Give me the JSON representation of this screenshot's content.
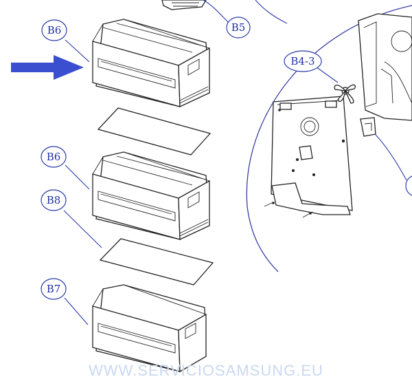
{
  "labels": {
    "b5": "B5",
    "b6_top": "B6",
    "b6_mid": "B6",
    "b8": "B8",
    "b7": "B7",
    "b4_3": "B4-3"
  },
  "watermark": "WWW.SERVICIOSAMSUNG.EU",
  "colors": {
    "label_blue": "#1f2fa8",
    "arrow_blue": "#3a4fd0",
    "watermark": "#c9d8ef"
  }
}
